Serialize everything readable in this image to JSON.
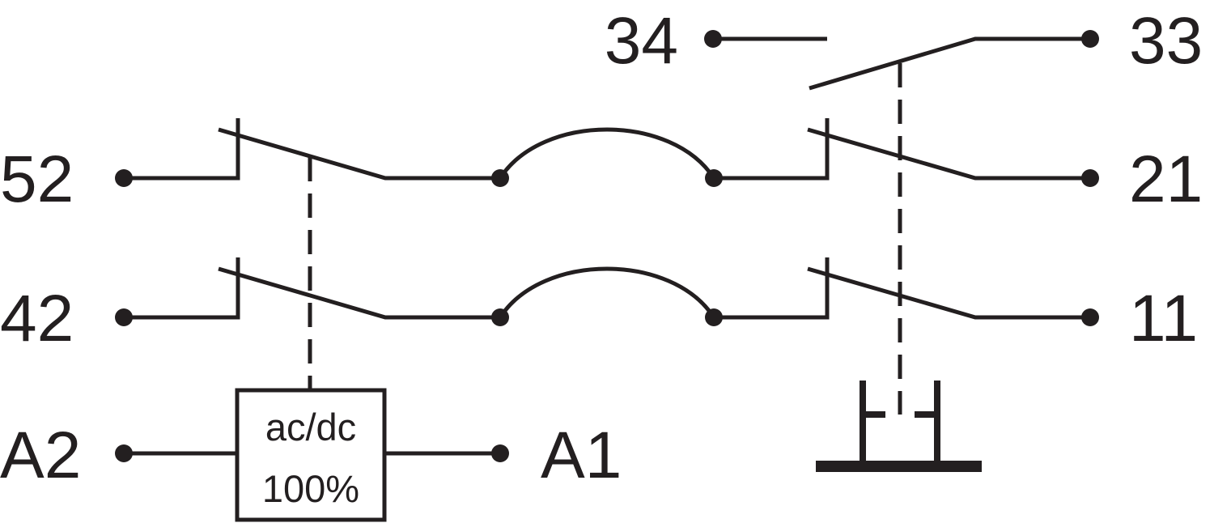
{
  "terminals": {
    "t34": "34",
    "t33": "33",
    "t52": "52",
    "t21": "21",
    "t42": "42",
    "t11": "11",
    "a2": "A2",
    "a1": "A1"
  },
  "coil_box": {
    "line1": "ac/dc",
    "line2": "100%"
  },
  "colors": {
    "stroke": "#231f20",
    "background": "#ffffff"
  }
}
